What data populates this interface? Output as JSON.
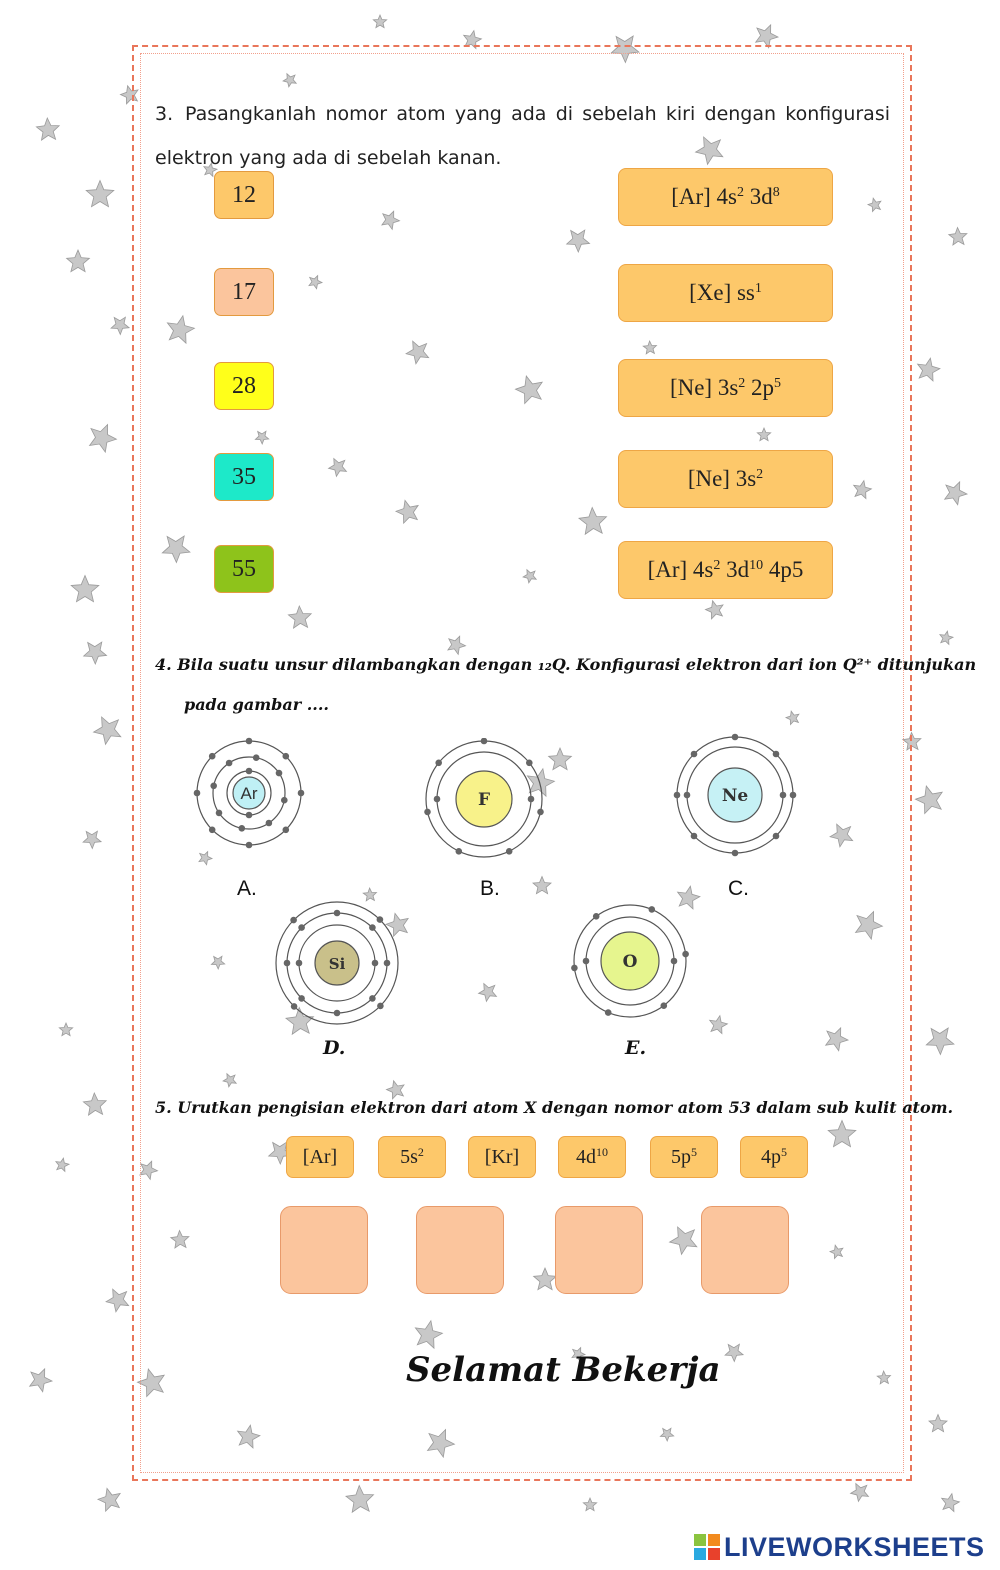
{
  "q3": {
    "number": "3.",
    "text": "Pasangkanlah nomor atom yang ada di sebelah kiri dengan konfigurasi elektron yang ada di sebelah kanan.",
    "numbers": [
      {
        "label": "12",
        "color": "#fdc86a"
      },
      {
        "label": "17",
        "color": "#fbc59d"
      },
      {
        "label": "28",
        "color": "#ffff1a"
      },
      {
        "label": "35",
        "color": "#1de9c9"
      },
      {
        "label": "55",
        "color": "#8ec31b"
      }
    ],
    "configs": [
      {
        "base": "[Ar] 4s",
        "sup1": "2",
        "mid": " 3d",
        "sup2": "8",
        "tail": ""
      },
      {
        "base": "[Xe] ss",
        "sup1": "1",
        "mid": "",
        "sup2": "",
        "tail": ""
      },
      {
        "base": "[Ne] 3s",
        "sup1": "2",
        "mid": " 2p",
        "sup2": "5",
        "tail": ""
      },
      {
        "base": "[Ne] 3s",
        "sup1": "2",
        "mid": "",
        "sup2": "",
        "tail": ""
      },
      {
        "base": "[Ar] 4s",
        "sup1": "2",
        "mid": " 3d",
        "sup2": "10",
        "tail": " 4p5"
      }
    ]
  },
  "q4": {
    "line1": "4.   Bila suatu unsur dilambangkan dengan ₁₂Q. Konfigurasi elektron dari ion Q²⁺ ditunjukan",
    "line2": "pada gambar ....",
    "options": [
      {
        "letter": "A.",
        "symbol": "Ar"
      },
      {
        "letter": "B.",
        "symbol": "F"
      },
      {
        "letter": "C.",
        "symbol": "Ne"
      },
      {
        "letter": "D.",
        "symbol": "Si"
      },
      {
        "letter": "E.",
        "symbol": "O"
      }
    ],
    "colors": {
      "ar": "#bff0f5",
      "f": "#f8f28a",
      "ne": "#c6f1f5",
      "si": "#c9c08a",
      "o": "#e6f58e"
    }
  },
  "q5": {
    "text": "5.   Urutkan pengisian elektron dari atom X dengan nomor atom 53 dalam sub kulit atom.",
    "chips": [
      {
        "base": "[Ar]",
        "sup": ""
      },
      {
        "base": "5s",
        "sup": "2"
      },
      {
        "base": "[Kr]",
        "sup": ""
      },
      {
        "base": "4d",
        "sup": "10"
      },
      {
        "base": "5p",
        "sup": "5"
      },
      {
        "base": "4p",
        "sup": "5"
      }
    ]
  },
  "closing": "Selamat Bekerja",
  "logo": {
    "text": "LIVEWORKSHEETS",
    "colors": [
      "#8bc43f",
      "#f28a1e",
      "#2aa9e0",
      "#e8412c"
    ]
  },
  "theme": {
    "accent": "#fdc86a",
    "border": "#e9765a"
  }
}
